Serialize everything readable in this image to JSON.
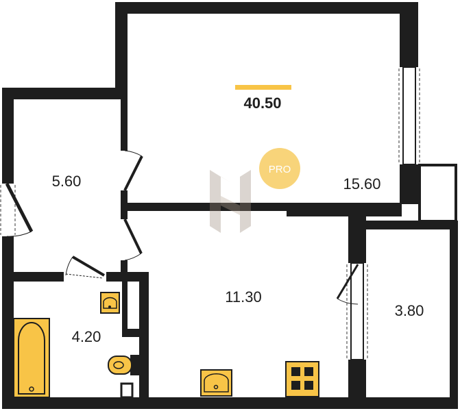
{
  "plan": {
    "total_area": "40.50",
    "badge_text": "PRO",
    "rooms": {
      "living_room": "15.60",
      "hallway": "5.60",
      "kitchen": "11.30",
      "bathroom": "4.20",
      "loggia": "3.80"
    }
  },
  "colors": {
    "wall": "#1e1e1e",
    "fixture": "#f8c447",
    "total_bar": "#f8c447",
    "badge": "#f8d47a",
    "window": "#ffffff"
  }
}
